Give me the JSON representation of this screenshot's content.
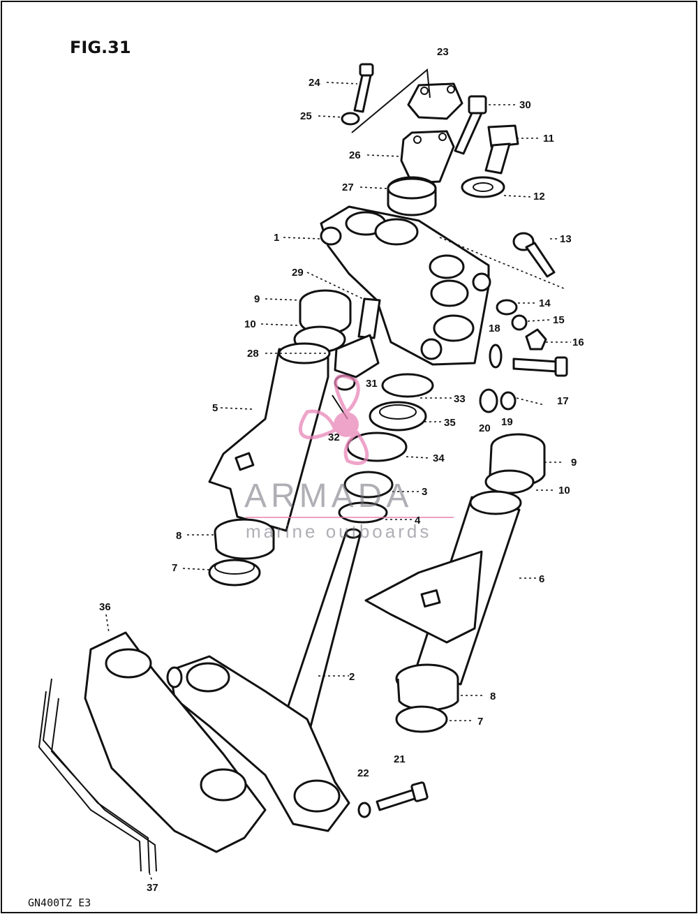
{
  "figure": {
    "title": "FIG.31",
    "model_code": "GN400TZ  E3"
  },
  "watermark": {
    "brand": "ARMADA",
    "tagline": "marine outboards",
    "accent_color": "#e986b8",
    "icon": "propeller-logo-icon"
  },
  "callouts": [
    {
      "id": "c1",
      "label": "1"
    },
    {
      "id": "c2",
      "label": "2"
    },
    {
      "id": "c3",
      "label": "3"
    },
    {
      "id": "c4",
      "label": "4"
    },
    {
      "id": "c5",
      "label": "5"
    },
    {
      "id": "c6",
      "label": "6"
    },
    {
      "id": "c7a",
      "label": "7"
    },
    {
      "id": "c7b",
      "label": "7"
    },
    {
      "id": "c8a",
      "label": "8"
    },
    {
      "id": "c8b",
      "label": "8"
    },
    {
      "id": "c9a",
      "label": "9"
    },
    {
      "id": "c9b",
      "label": "9"
    },
    {
      "id": "c10a",
      "label": "10"
    },
    {
      "id": "c10b",
      "label": "10"
    },
    {
      "id": "c11",
      "label": "11"
    },
    {
      "id": "c12",
      "label": "12"
    },
    {
      "id": "c13",
      "label": "13"
    },
    {
      "id": "c14",
      "label": "14"
    },
    {
      "id": "c15",
      "label": "15"
    },
    {
      "id": "c16",
      "label": "16"
    },
    {
      "id": "c17",
      "label": "17"
    },
    {
      "id": "c18",
      "label": "18"
    },
    {
      "id": "c19",
      "label": "19"
    },
    {
      "id": "c20",
      "label": "20"
    },
    {
      "id": "c21",
      "label": "21"
    },
    {
      "id": "c22",
      "label": "22"
    },
    {
      "id": "c23",
      "label": "23"
    },
    {
      "id": "c24",
      "label": "24"
    },
    {
      "id": "c25",
      "label": "25"
    },
    {
      "id": "c26",
      "label": "26"
    },
    {
      "id": "c27",
      "label": "27"
    },
    {
      "id": "c28",
      "label": "28"
    },
    {
      "id": "c29",
      "label": "29"
    },
    {
      "id": "c30",
      "label": "30"
    },
    {
      "id": "c31",
      "label": "31"
    },
    {
      "id": "c32",
      "label": "32"
    },
    {
      "id": "c33",
      "label": "33"
    },
    {
      "id": "c34",
      "label": "34"
    },
    {
      "id": "c35",
      "label": "35"
    },
    {
      "id": "c36",
      "label": "36"
    },
    {
      "id": "c37",
      "label": "37"
    }
  ]
}
